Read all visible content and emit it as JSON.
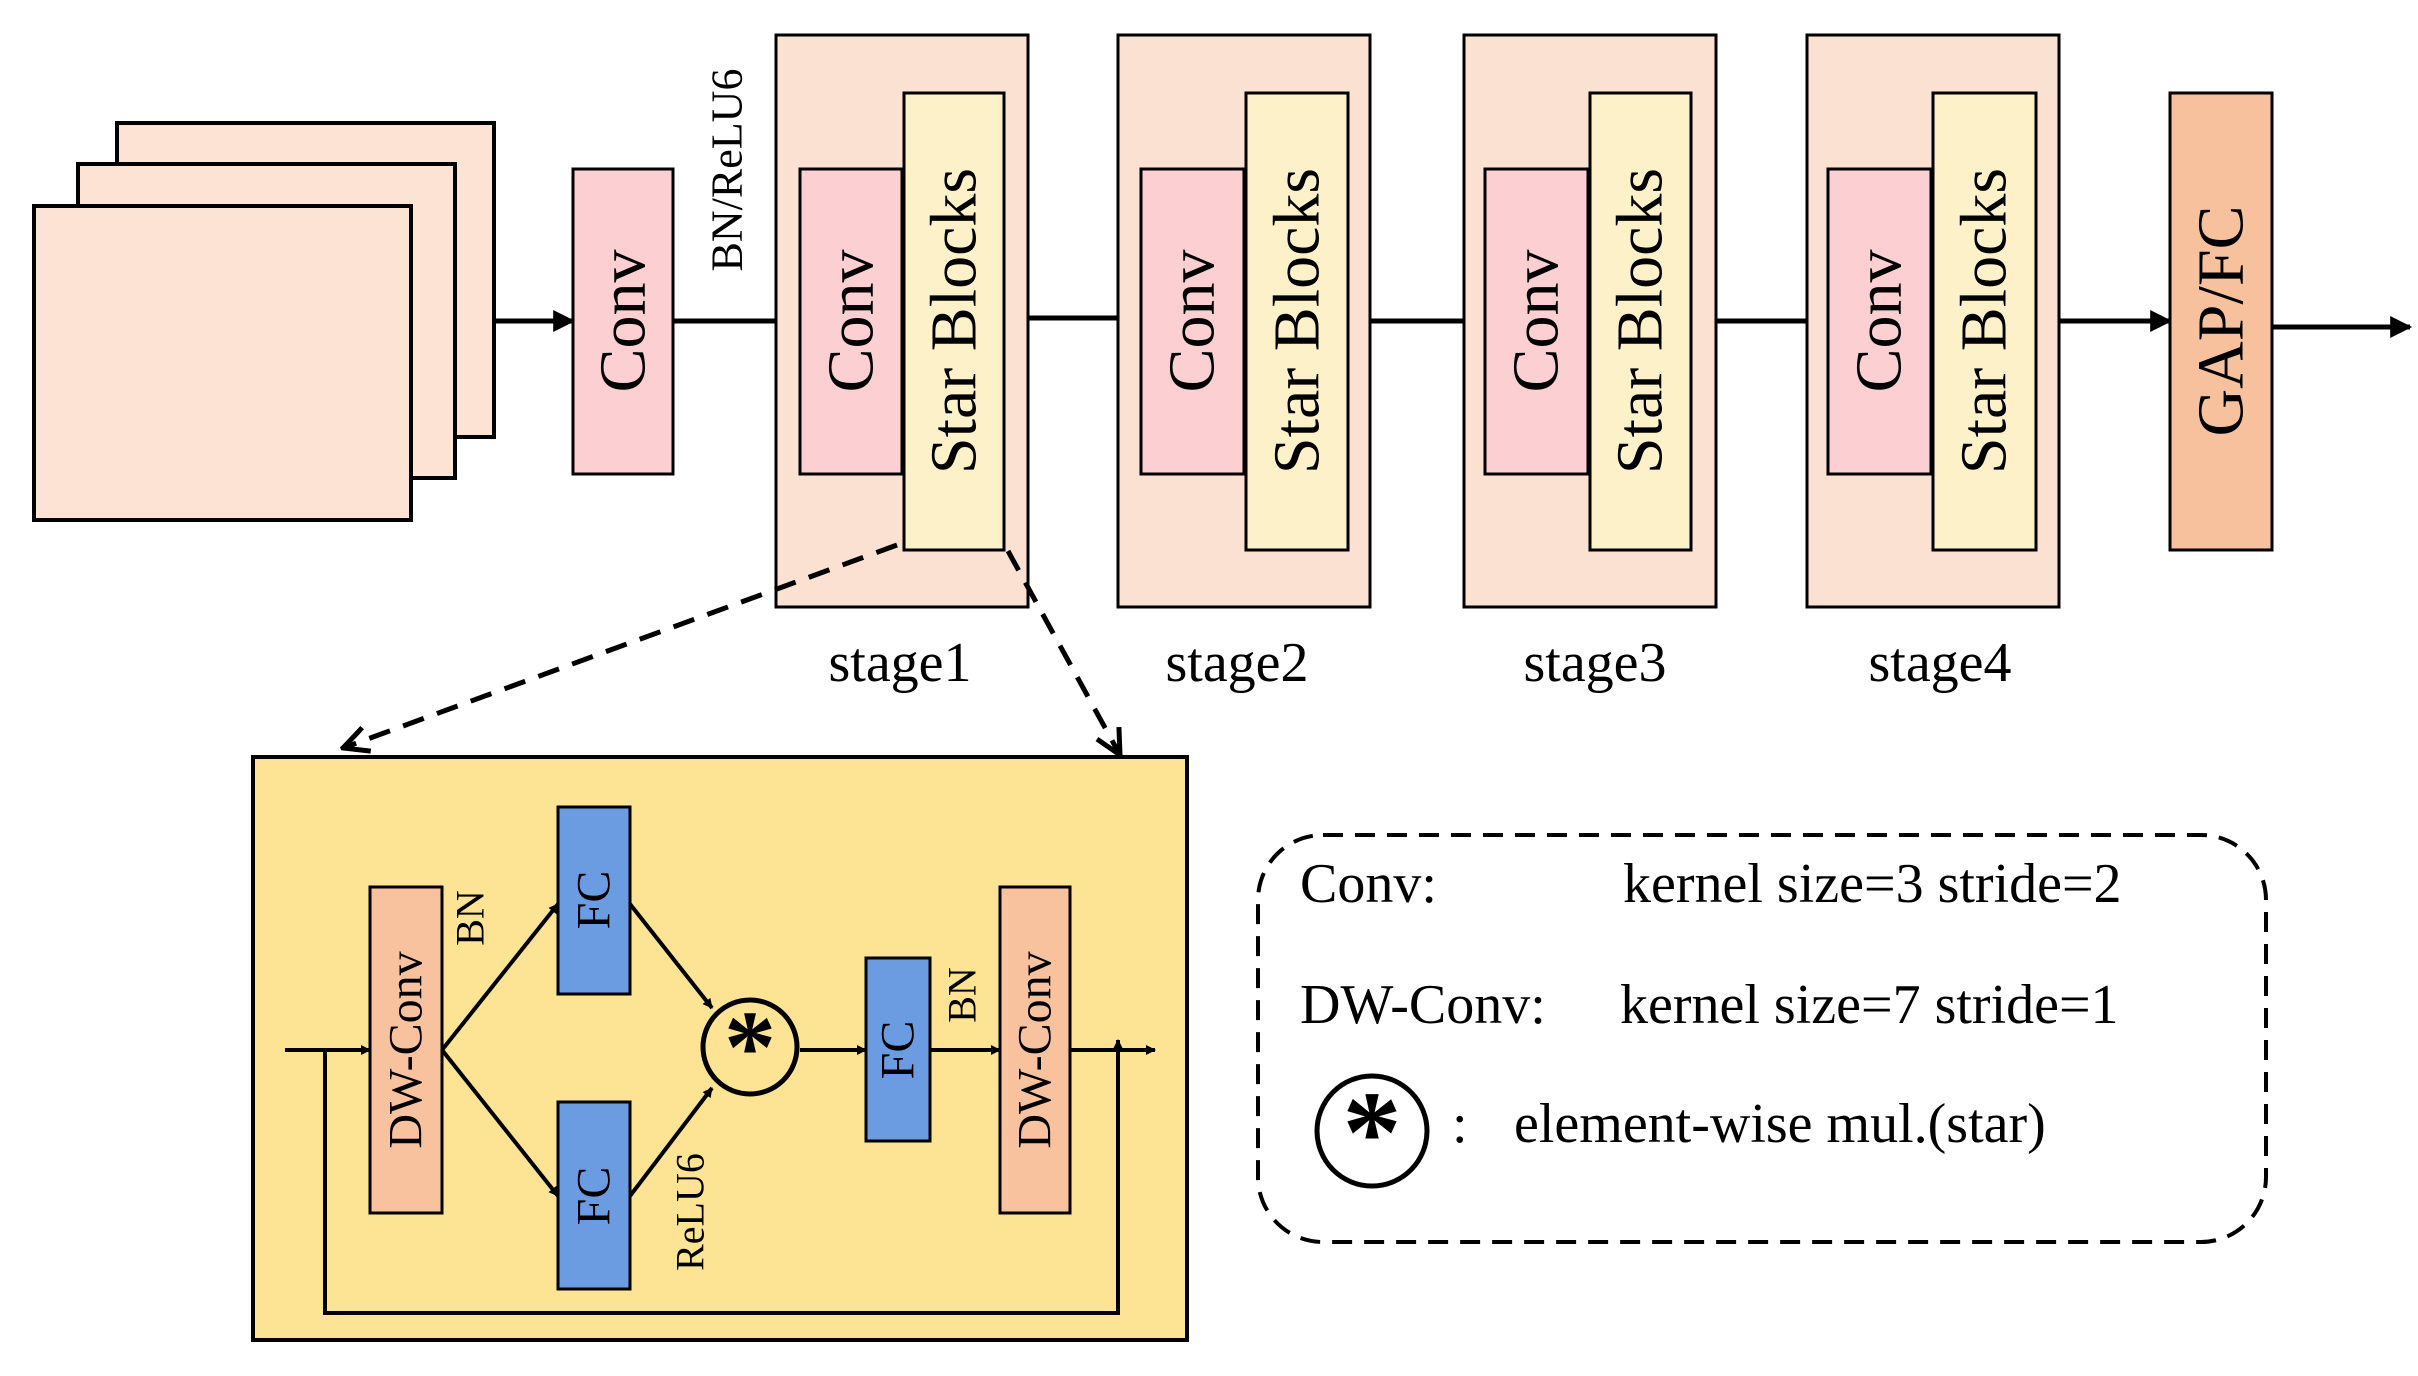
{
  "colors": {
    "input_fill": "#fde3d3",
    "conv_fill": "#fcd0d3",
    "stage_fill": "#fbe1d1",
    "star_fill": "#fdf1ca",
    "gap_fill": "#f8c19e",
    "detail_bg": "#fde394",
    "fc_fill": "#6b9be0",
    "dwconv_fill": "#f8c29f",
    "stroke": "#000000"
  },
  "backbone": {
    "stem_conv_label": "Conv",
    "stem_activation_label": "BN/ReLU6",
    "stages": [
      {
        "name": "stage1",
        "conv_label": "Conv",
        "blocks_label": "Star Blocks"
      },
      {
        "name": "stage2",
        "conv_label": "Conv",
        "blocks_label": "Star Blocks"
      },
      {
        "name": "stage3",
        "conv_label": "Conv",
        "blocks_label": "Star Blocks"
      },
      {
        "name": "stage4",
        "conv_label": "Conv",
        "blocks_label": "Star Blocks"
      }
    ],
    "head_label": "GAP/FC"
  },
  "star_block": {
    "dwconv_in_label": "DW-Conv",
    "bn_upper_label": "BN",
    "fc_upper_label": "FC",
    "fc_lower_label": "FC",
    "relu_label": "ReLU6",
    "star_symbol": "*",
    "fc_out_label": "FC",
    "bn_out_label": "BN",
    "dwconv_out_label": "DW-Conv"
  },
  "legend": {
    "conv_name": "Conv:",
    "conv_desc": "kernel size=3 stride=2",
    "dwconv_name": "DW-Conv:",
    "dwconv_desc": "kernel size=7 stride=1",
    "star_symbol": "*",
    "star_sep": ":",
    "star_desc": "element-wise mul.(star)"
  }
}
